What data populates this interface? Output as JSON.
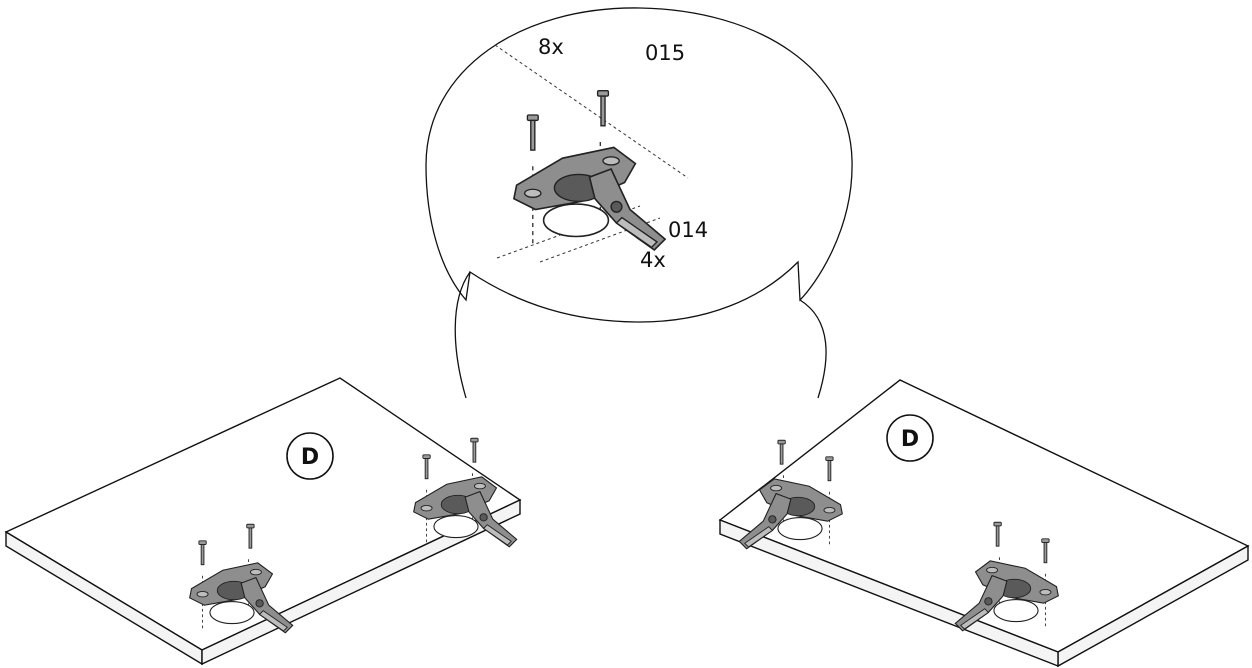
{
  "callout": {
    "label_top_qty": "8x",
    "label_top_part": "015",
    "label_bottom_part": "014",
    "label_bottom_qty": "4x"
  },
  "panels": {
    "left_tag": "D",
    "right_tag": "D"
  }
}
